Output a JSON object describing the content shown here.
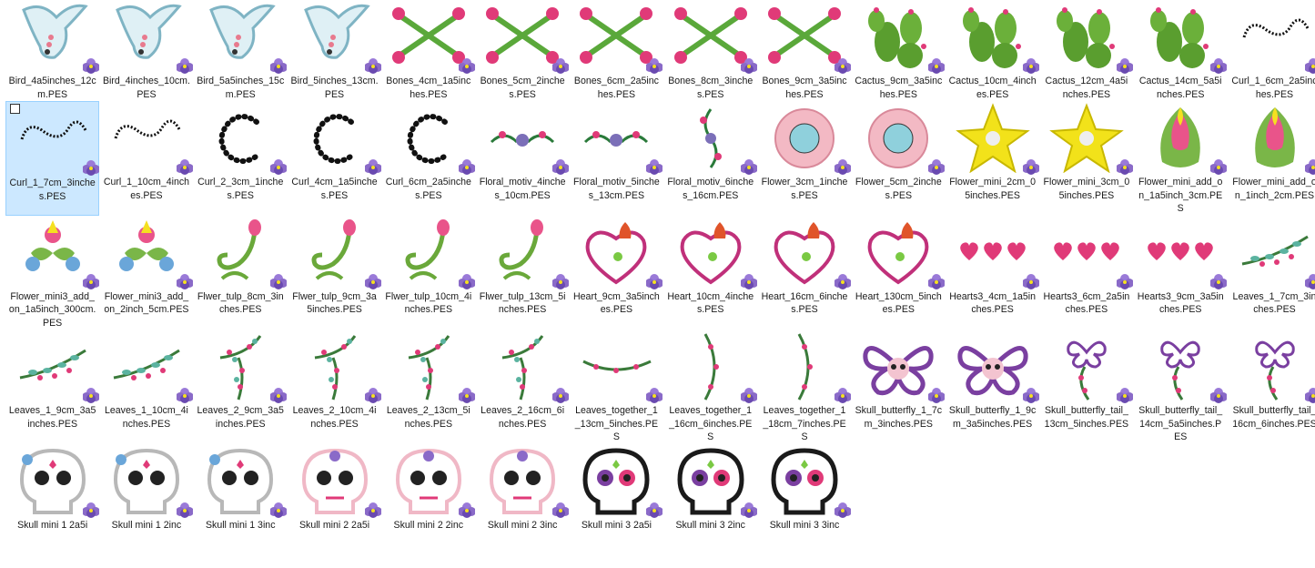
{
  "files": [
    {
      "name": "Bird_4a5inches_12cm.PES",
      "icon": "bird-icon"
    },
    {
      "name": "Bird_4inches_10cm.PES",
      "icon": "bird-icon"
    },
    {
      "name": "Bird_5a5inches_15cm.PES",
      "icon": "bird-icon"
    },
    {
      "name": "Bird_5inches_13cm.PES",
      "icon": "bird-icon"
    },
    {
      "name": "Bones_4cm_1a5inches.PES",
      "icon": "bones-icon"
    },
    {
      "name": "Bones_5cm_2inches.PES",
      "icon": "bones-icon"
    },
    {
      "name": "Bones_6cm_2a5inches.PES",
      "icon": "bones-icon"
    },
    {
      "name": "Bones_8cm_3inches.PES",
      "icon": "bones-icon"
    },
    {
      "name": "Bones_9cm_3a5inches.PES",
      "icon": "bones-icon"
    },
    {
      "name": "Cactus_9cm_3a5inches.PES",
      "icon": "cactus-icon"
    },
    {
      "name": "Cactus_10cm_4inches.PES",
      "icon": "cactus-icon"
    },
    {
      "name": "Cactus_12cm_4a5inches.PES",
      "icon": "cactus-icon"
    },
    {
      "name": "Cactus_14cm_5a5inches.PES",
      "icon": "cactus-icon"
    },
    {
      "name": "Curl_1_6cm_2a5inches.PES",
      "icon": "curl-icon"
    },
    {
      "name": "Curl_1_7cm_3inches.PES",
      "icon": "curl-icon",
      "selected": true
    },
    {
      "name": "Curl_1_10cm_4inches.PES",
      "icon": "curl-icon"
    },
    {
      "name": "Curl_2_3cm_1inches.PES",
      "icon": "spiral-icon"
    },
    {
      "name": "Curl_4cm_1a5inches.PES",
      "icon": "spiral-icon"
    },
    {
      "name": "Curl_6cm_2a5inches.PES",
      "icon": "spiral-icon"
    },
    {
      "name": "Floral_motiv_4inches_10cm.PES",
      "icon": "floral-motif-icon"
    },
    {
      "name": "Floral_motiv_5inches_13cm.PES",
      "icon": "floral-motif-icon"
    },
    {
      "name": "Floral_motiv_6inches_16cm.PES",
      "icon": "floral-motif-vertical-icon"
    },
    {
      "name": "Flower_3cm_1inches.PES",
      "icon": "flower-pink-icon"
    },
    {
      "name": "Flower_5cm_2inches.PES",
      "icon": "flower-pink-icon"
    },
    {
      "name": "Flower_mini_2cm_05inches.PES",
      "icon": "flower-yellow-icon"
    },
    {
      "name": "Flower_mini_3cm_05inches.PES",
      "icon": "flower-yellow-icon"
    },
    {
      "name": "Flower_mini_add_on_1a5inch_3cm.PES",
      "icon": "bud-icon"
    },
    {
      "name": "Flower_mini_add_on_1inch_2cm.PES",
      "icon": "bud-icon"
    },
    {
      "name": "Flower_mini3_add_on_1a5inch_300cm.PES",
      "icon": "flower-cluster-icon"
    },
    {
      "name": "Flower_mini3_add_on_2inch_5cm.PES",
      "icon": "flower-cluster-icon"
    },
    {
      "name": "Flwer_tulp_8cm_3inches.PES",
      "icon": "tulip-stem-icon"
    },
    {
      "name": "Flwer_tulp_9cm_3a5inches.PES",
      "icon": "tulip-stem-icon"
    },
    {
      "name": "Flwer_tulp_10cm_4inches.PES",
      "icon": "tulip-stem-icon"
    },
    {
      "name": "Flwer_tulp_13cm_5inches.PES",
      "icon": "tulip-stem-icon"
    },
    {
      "name": "Heart_9cm_3a5inches.PES",
      "icon": "sacred-heart-icon"
    },
    {
      "name": "Heart_10cm_4inches.PES",
      "icon": "sacred-heart-icon"
    },
    {
      "name": "Heart_16cm_6inches.PES",
      "icon": "sacred-heart-icon"
    },
    {
      "name": "Heart_130cm_5inches.PES",
      "icon": "sacred-heart-icon"
    },
    {
      "name": "Hearts3_4cm_1a5inches.PES",
      "icon": "three-hearts-icon"
    },
    {
      "name": "Hearts3_6cm_2a5inches.PES",
      "icon": "three-hearts-icon"
    },
    {
      "name": "Hearts3_9cm_3a5inches.PES",
      "icon": "three-hearts-icon"
    },
    {
      "name": "Leaves_1_7cm_3inches.PES",
      "icon": "leaves-branch-icon"
    },
    {
      "name": "Leaves_1_9cm_3a5inches.PES",
      "icon": "leaves-branch-icon"
    },
    {
      "name": "Leaves_1_10cm_4inches.PES",
      "icon": "leaves-branch-icon"
    },
    {
      "name": "Leaves_2_9cm_3a5inches.PES",
      "icon": "leaves-vine-icon"
    },
    {
      "name": "Leaves_2_10cm_4inches.PES",
      "icon": "leaves-vine-icon"
    },
    {
      "name": "Leaves_2_13cm_5inches.PES",
      "icon": "leaves-vine-icon"
    },
    {
      "name": "Leaves_2_16cm_6inches.PES",
      "icon": "leaves-vine-icon"
    },
    {
      "name": "Leaves_together_1_13cm_5inches.PES",
      "icon": "leaves-arc-icon"
    },
    {
      "name": "Leaves_together_1_16cm_6inches.PES",
      "icon": "leaves-arc-vertical-icon"
    },
    {
      "name": "Leaves_together_1_18cm_7inches.PES",
      "icon": "leaves-arc-vertical-icon"
    },
    {
      "name": "Skull_butterfly_1_7cm_3inches.PES",
      "icon": "skull-butterfly-icon"
    },
    {
      "name": "Skull_butterfly_1_9cm_3a5inches.PES",
      "icon": "skull-butterfly-icon"
    },
    {
      "name": "Skull_butterfly_tail_13cm_5inches.PES",
      "icon": "skull-butterfly-tail-icon"
    },
    {
      "name": "Skull_butterfly_tail_14cm_5a5inches.PES",
      "icon": "skull-butterfly-tail-icon"
    },
    {
      "name": "Skull_butterfly_tail_16cm_6inches.PES",
      "icon": "skull-butterfly-tail-icon"
    },
    {
      "name": "Skull mini 1 2a5i",
      "icon": "sugar-skull-grey-icon"
    },
    {
      "name": "Skull mini 1 2inc",
      "icon": "sugar-skull-grey-icon"
    },
    {
      "name": "Skull mini 1 3inc",
      "icon": "sugar-skull-grey-icon"
    },
    {
      "name": "Skull mini 2 2a5i",
      "icon": "sugar-skull-pink-icon"
    },
    {
      "name": "Skull mini 2 2inc",
      "icon": "sugar-skull-pink-icon"
    },
    {
      "name": "Skull mini 2 3inc",
      "icon": "sugar-skull-pink-icon"
    },
    {
      "name": "Skull mini 3 2a5i",
      "icon": "sugar-skull-black-icon"
    },
    {
      "name": "Skull mini 3 2inc",
      "icon": "sugar-skull-black-icon"
    },
    {
      "name": "Skull mini 3 3inc",
      "icon": "sugar-skull-black-icon"
    }
  ],
  "badge_icon": "pansy-badge-icon",
  "colors": {
    "selection": "#cce8ff",
    "selection_border": "#99d1ff",
    "text": "#1a1a1a"
  }
}
